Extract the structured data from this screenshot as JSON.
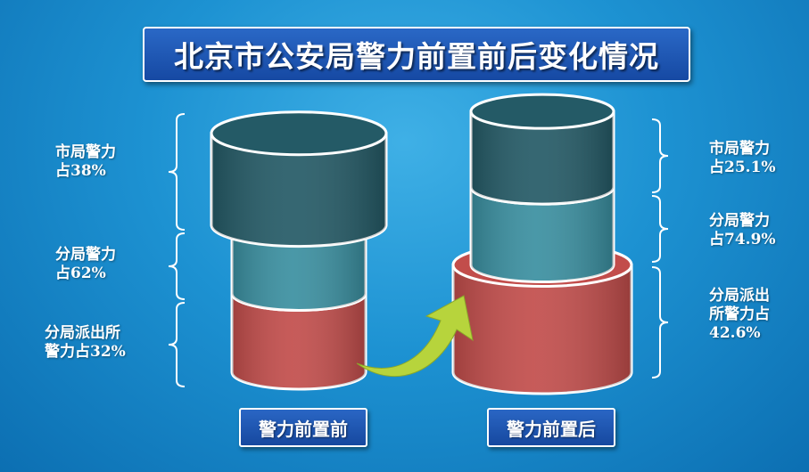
{
  "title": "北京市公安局警力前置前后变化情况",
  "colors": {
    "city": "#245a66",
    "branch": "#3a8fa0",
    "station": "#c24d4b",
    "arrow": "#b7d43c"
  },
  "chart_data": {
    "type": "stacked-cylinder",
    "title": "北京市公安局警力前置前后变化情况",
    "categories": [
      "警力前置前",
      "警力前置后"
    ],
    "series": [
      {
        "name": "市局警力",
        "values": [
          38,
          25.1
        ]
      },
      {
        "name": "分局警力",
        "values": [
          62,
          74.9
        ]
      },
      {
        "name": "分局派出所警力",
        "values": [
          32,
          42.6
        ]
      }
    ]
  },
  "labels": {
    "before": {
      "city": [
        "市局警力",
        "占38%"
      ],
      "branch": [
        "分局警力",
        "占62%"
      ],
      "station": [
        "分局派出所",
        "警力占32%"
      ]
    },
    "after": {
      "city": [
        "市局警力",
        "占25.1%"
      ],
      "branch": [
        "分局警力",
        "占74.9%"
      ],
      "station": [
        "分局派出",
        "所警力占",
        "42.6%"
      ]
    }
  }
}
